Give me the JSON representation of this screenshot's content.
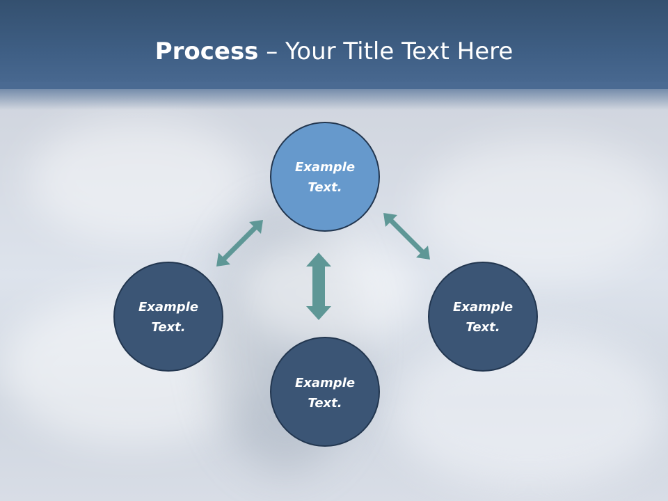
{
  "title": {
    "bold": "Process",
    "rest": " – Your Title Text Here"
  },
  "nodes": [
    {
      "id": "top",
      "line1": "Example",
      "line2": "Text.",
      "fill": "#6699cc"
    },
    {
      "id": "left",
      "line1": "Example",
      "line2": "Text.",
      "fill": "#3b5575"
    },
    {
      "id": "bottom",
      "line1": "Example",
      "line2": "Text.",
      "fill": "#3b5575"
    },
    {
      "id": "right",
      "line1": "Example",
      "line2": "Text.",
      "fill": "#3b5575"
    }
  ],
  "colors": {
    "node_stroke": "#22364f",
    "arrow": "#5e9796"
  }
}
